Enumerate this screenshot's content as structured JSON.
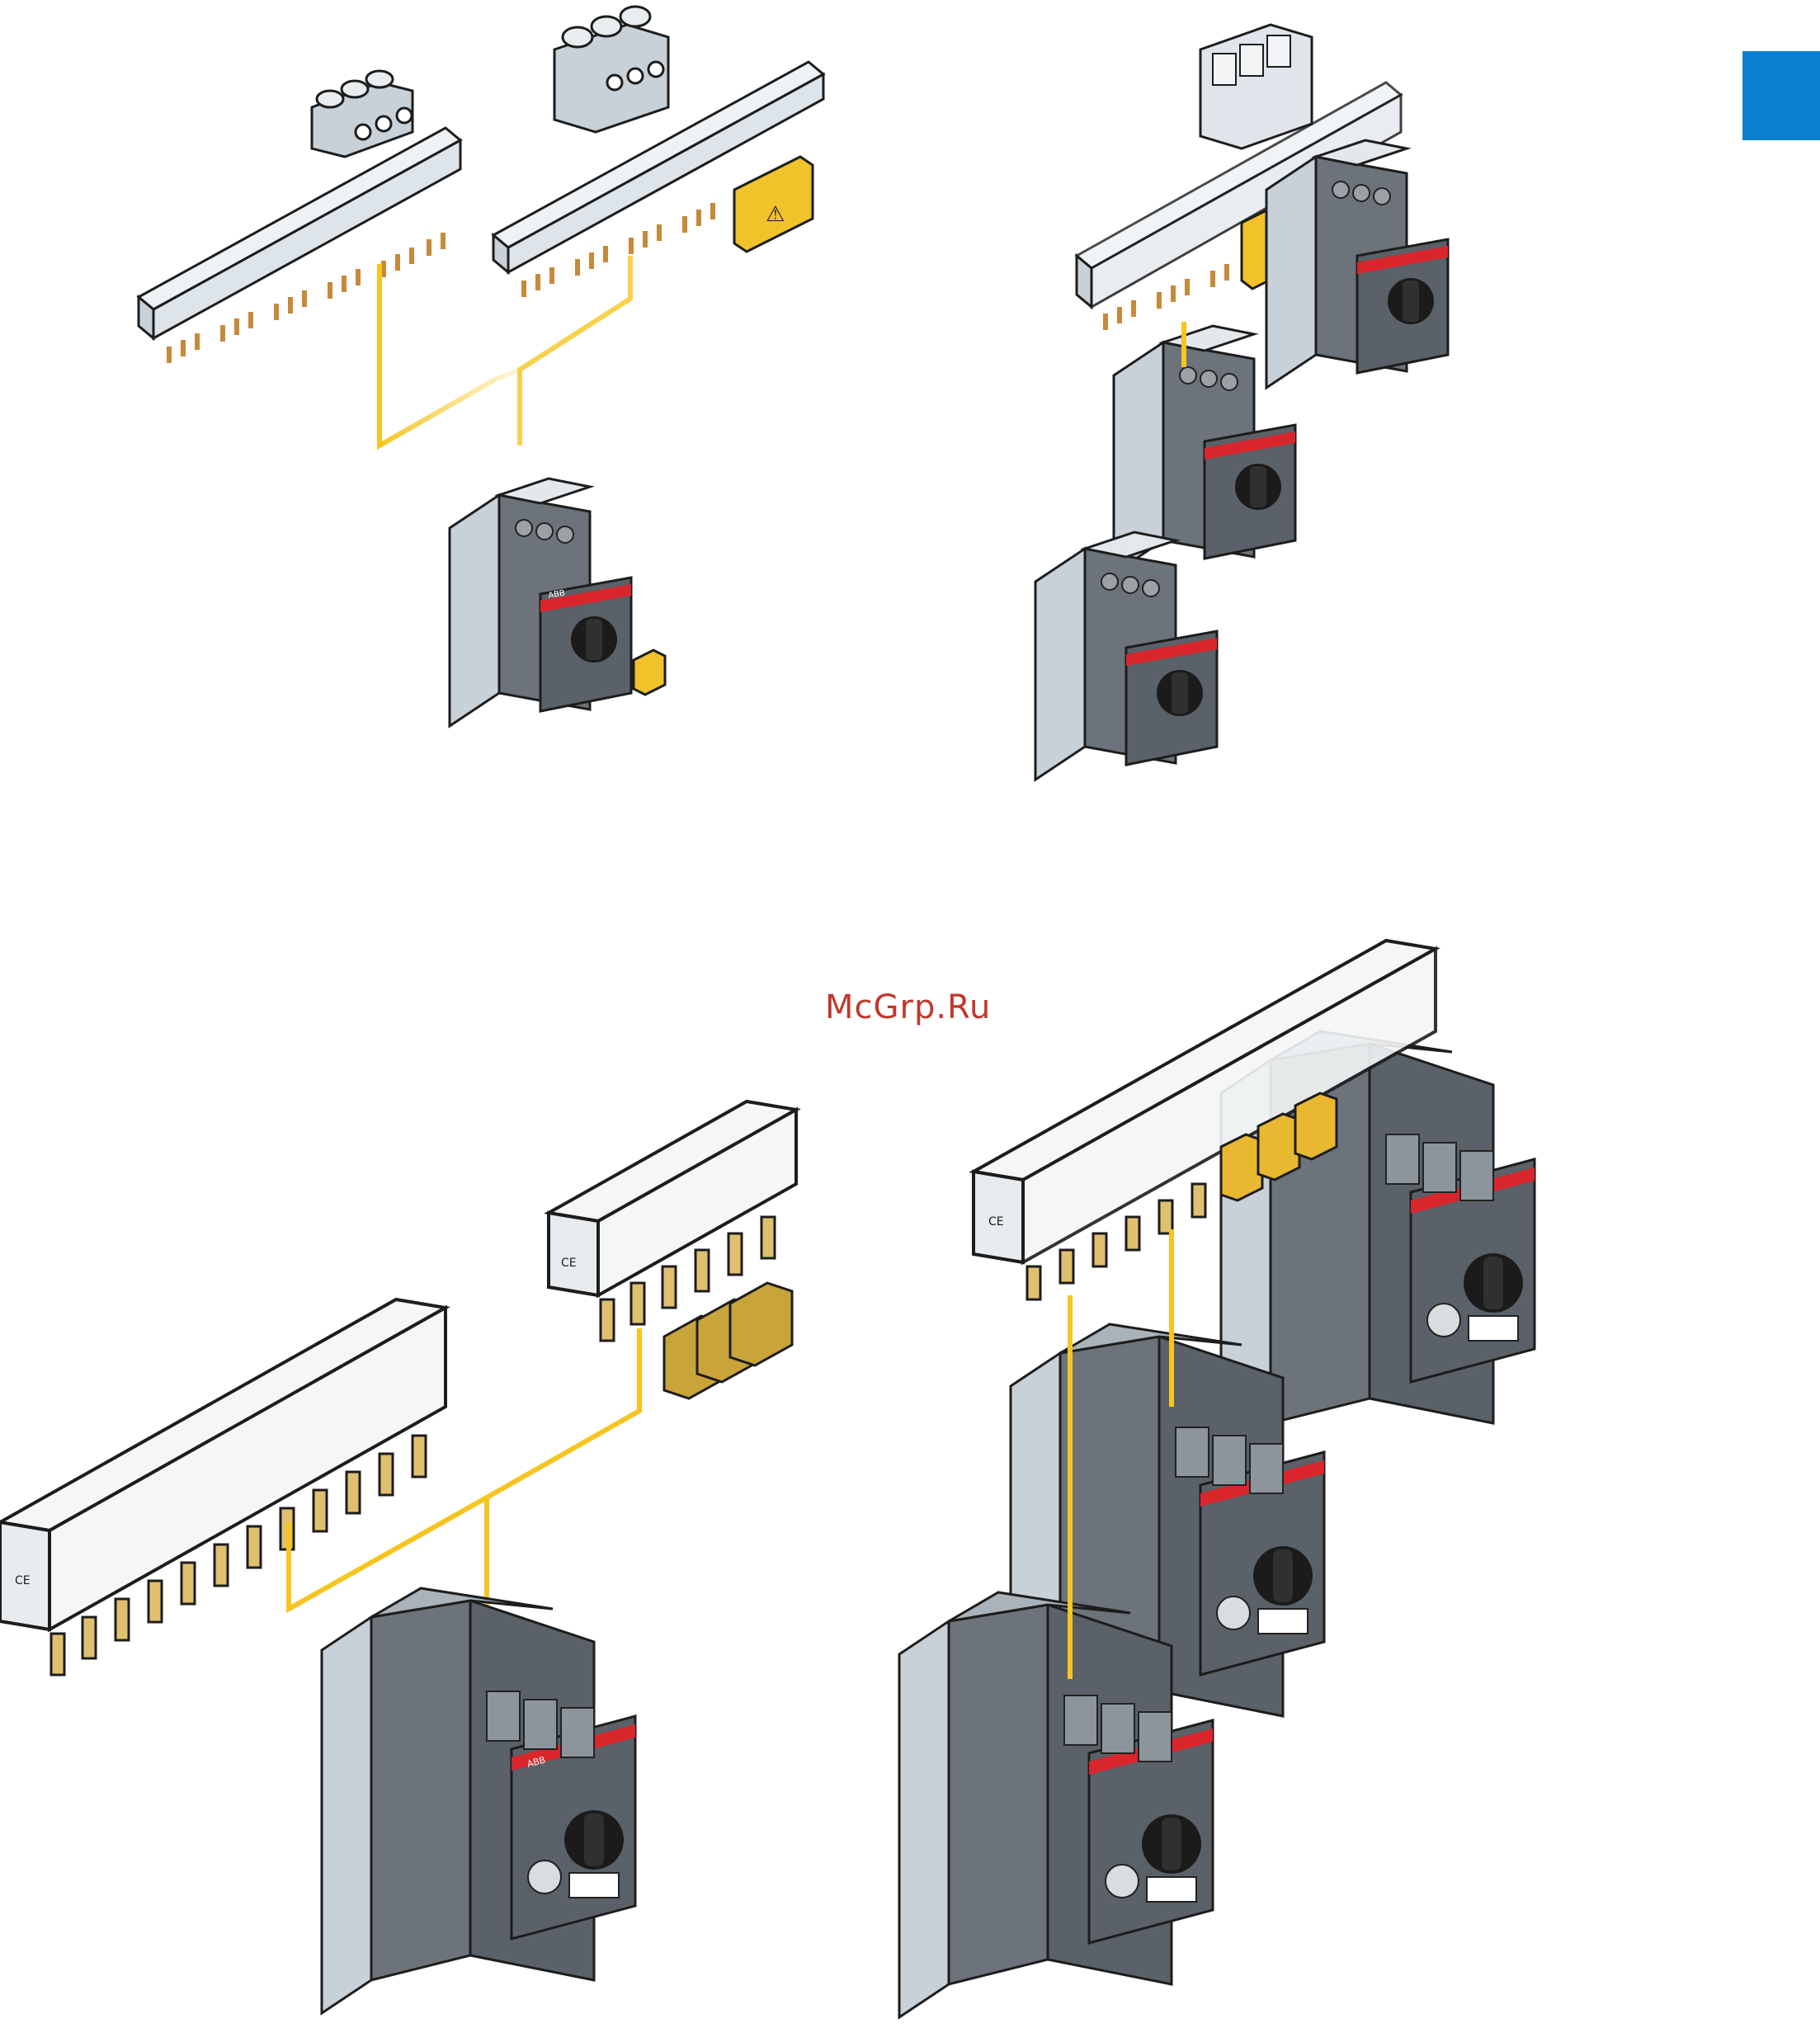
{
  "watermark": {
    "text": "McGrp.Ru"
  },
  "brand_label": "ABB",
  "ce_mark": "CE",
  "warning_symbol": "⚠",
  "colors": {
    "accent_blue": "#0a7fd0",
    "wire_yellow": "#f7c520",
    "device_dark": "#5a6168",
    "device_light": "#c9d1d8",
    "busbar": "#dde4ea",
    "busbar_white": "#f4f6f7",
    "brand_red": "#d9262c",
    "pin_copper": "#c58a3a",
    "pin_gold": "#e0c070",
    "cover_yellow": "#f2c22a",
    "cap_tan": "#c8a43a"
  }
}
